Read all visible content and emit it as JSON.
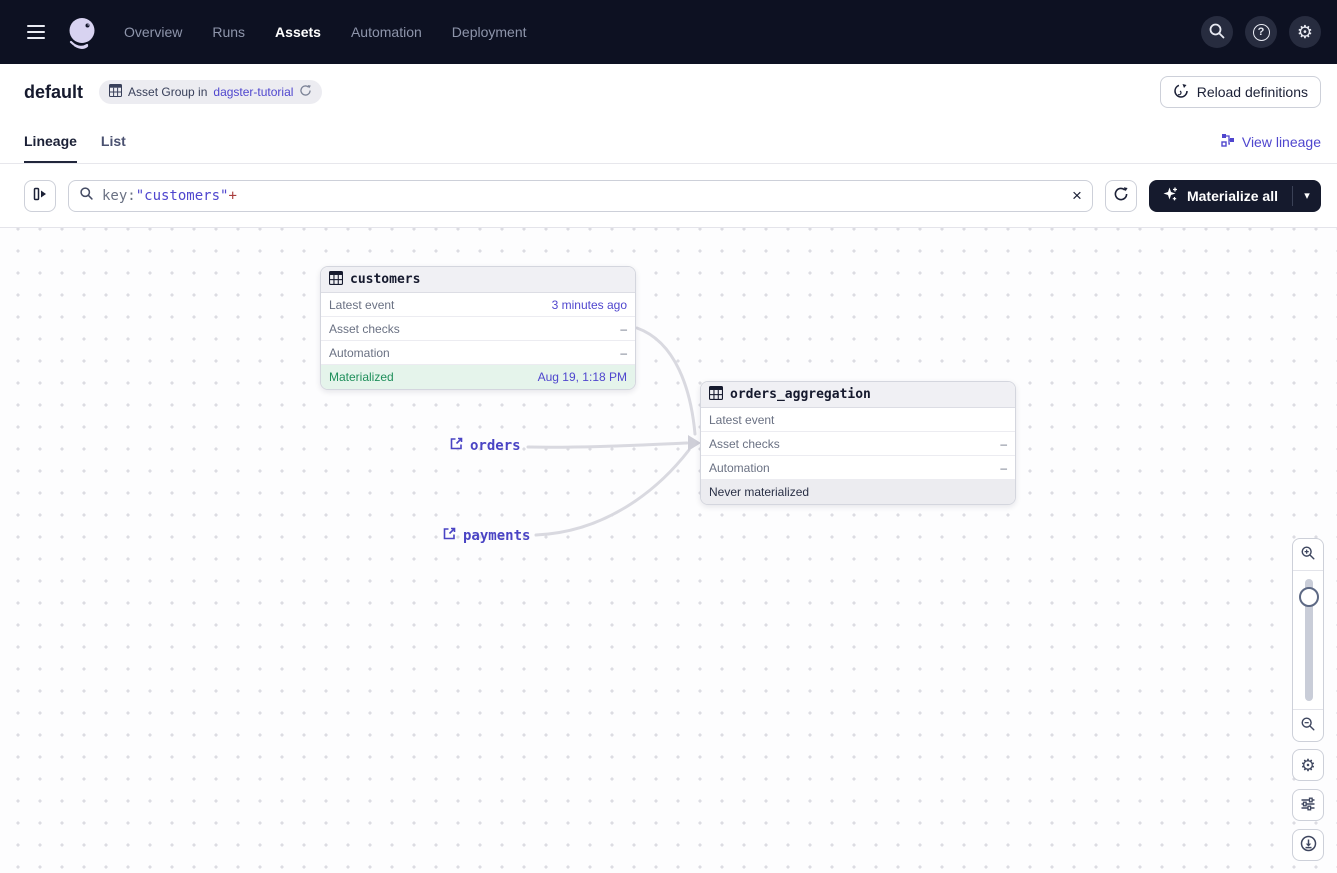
{
  "colors": {
    "nav_bg": "#0D1122",
    "accent_link": "#4F46CE",
    "query_plus": "#A93E3E",
    "materialized_green": "#1F8F5B",
    "materialized_bg": "#E5F4EB",
    "never_bg": "#ECECF0",
    "dark_button_bg": "#151A2D",
    "edge": "#D9D9E0"
  },
  "icons": {
    "caret": "▾",
    "close": "×",
    "question": "?",
    "gear": "⚙"
  },
  "nav": {
    "items": [
      {
        "label": "Overview"
      },
      {
        "label": "Runs"
      },
      {
        "label": "Assets"
      },
      {
        "label": "Automation"
      },
      {
        "label": "Deployment"
      }
    ],
    "active": "Assets"
  },
  "header": {
    "title": "default",
    "badge": {
      "prefix": "Asset Group in",
      "link": "dagster-tutorial"
    },
    "reload_button": "Reload definitions"
  },
  "tabs": {
    "items": [
      {
        "label": "Lineage"
      },
      {
        "label": "List"
      }
    ],
    "active": "Lineage",
    "view_lineage": "View lineage"
  },
  "toolbar": {
    "search": {
      "key": "key:",
      "value": "\"customers\"",
      "suffix": "+"
    },
    "materialize_label": "Materialize all"
  },
  "graph": {
    "nodes": [
      {
        "title": "customers",
        "rows": [
          {
            "label": "Latest event",
            "value": "3 minutes ago"
          },
          {
            "label": "Asset checks",
            "value": "–"
          },
          {
            "label": "Automation",
            "value": "–"
          }
        ],
        "status": {
          "label": "Materialized",
          "value": "Aug 19, 1:18 PM",
          "state": "materialized"
        }
      },
      {
        "title": "orders_aggregation",
        "rows": [
          {
            "label": "Latest event",
            "value": ""
          },
          {
            "label": "Asset checks",
            "value": "–"
          },
          {
            "label": "Automation",
            "value": "–"
          }
        ],
        "status": {
          "label": "Never materialized",
          "value": "",
          "state": "never"
        }
      }
    ],
    "external_assets": [
      {
        "label": "orders"
      },
      {
        "label": "payments"
      }
    ]
  }
}
